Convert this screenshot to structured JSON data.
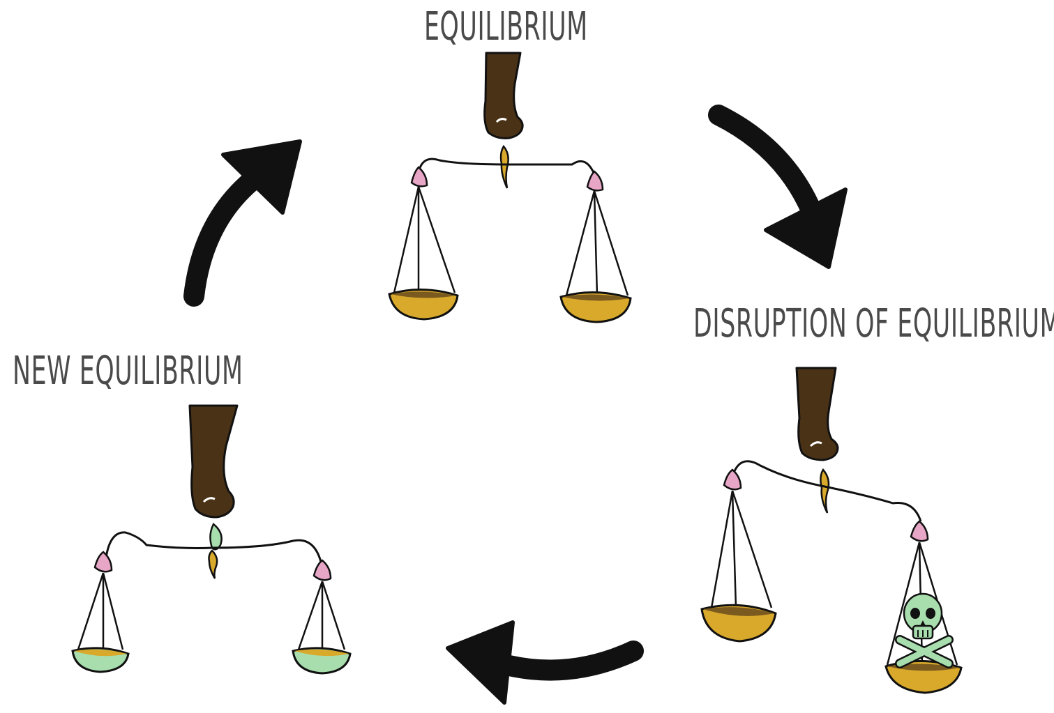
{
  "stages": {
    "top": {
      "label": "EQUILIBRIUM"
    },
    "right": {
      "label": "DISRUPTION OF EQUILIBRIUM"
    },
    "left": {
      "label": "NEW EQUILIBRIUM"
    }
  },
  "colors": {
    "ink": "#111111",
    "label_text": "#4a4a4a",
    "hand": "#4a3216",
    "pan_gold": "#d9a92c",
    "pan_brown": "#7a5a1e",
    "pan_green": "#a8deae",
    "hook_pink": "#e8a6c6",
    "skull_green": "#a8deae"
  },
  "icons": [
    "hand-icon",
    "scale-icon",
    "skull-crossbones-icon",
    "cycle-arrow-icon"
  ]
}
